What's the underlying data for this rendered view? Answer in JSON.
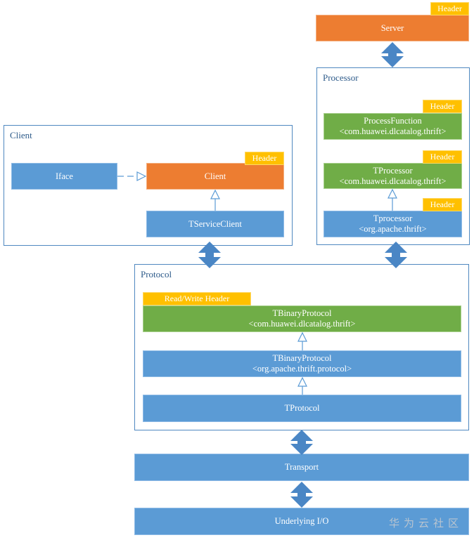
{
  "server": {
    "label": "Server",
    "tag": "Header"
  },
  "processor": {
    "title": "Processor",
    "process_function": {
      "line1": "ProcessFunction",
      "line2": "<com.huawei.dlcatalog.thrift>",
      "tag": "Header"
    },
    "tprocessor_huawei": {
      "line1": "TProcessor",
      "line2": "<com.huawei.dlcatalog.thrift>",
      "tag": "Header"
    },
    "tprocessor_apache": {
      "line1": "Tprocessor",
      "line2": "<org.apache.thrift>",
      "tag": "Header"
    }
  },
  "client": {
    "title": "Client",
    "iface": "Iface",
    "client": {
      "label": "Client",
      "tag": "Header"
    },
    "tservice_client": "TServiceClient"
  },
  "protocol": {
    "title": "Protocol",
    "tag": "Read/Write Header",
    "tbinary_huawei": {
      "line1": "TBinaryProtocol",
      "line2": "<com.huawei.dlcatalog.thrift>"
    },
    "tbinary_apache": {
      "line1": "TBinaryProtocol",
      "line2": "<org.apache.thrift.protocol>"
    },
    "tprotocol": "TProtocol"
  },
  "transport": "Transport",
  "underlying_io": "Underlying I/O",
  "watermark": "华为云社区",
  "colors": {
    "blue": "#5b9bd5",
    "green": "#70ad47",
    "orange": "#ed7d31",
    "tag": "#ffc000",
    "border": "#4f88c0"
  }
}
